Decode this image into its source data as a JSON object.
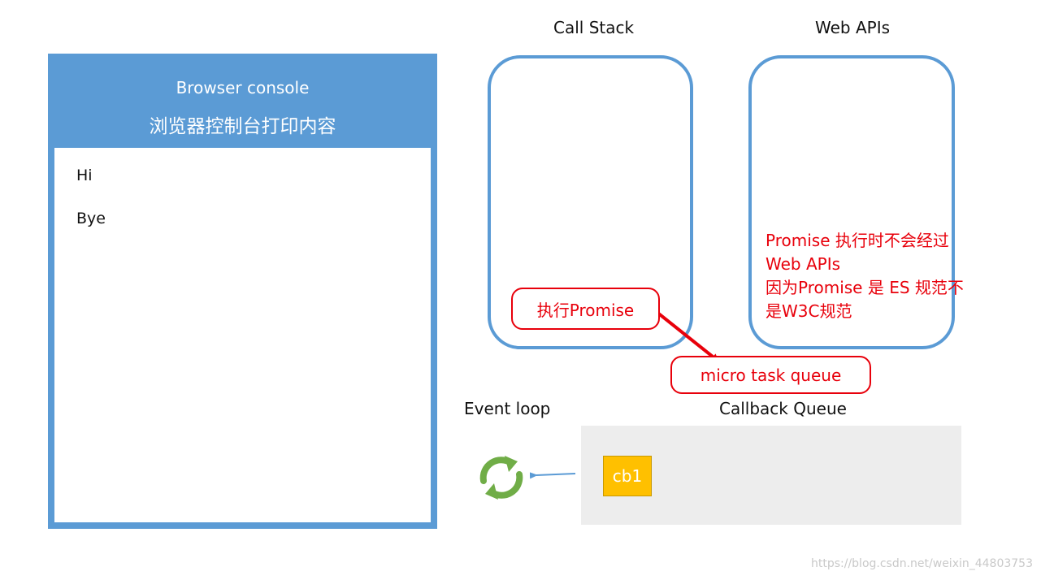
{
  "console": {
    "title": "Browser console",
    "subtitle": "浏览器控制台打印内容",
    "logs": [
      "Hi",
      "Bye"
    ]
  },
  "call_stack": {
    "title": "Call Stack",
    "item": "执行Promise"
  },
  "web_apis": {
    "title": "Web APIs",
    "note": [
      "Promise 执行时不会经过",
      "Web APIs",
      "因为Promise 是 ES 规范不",
      "是W3C规范"
    ]
  },
  "micro_task_queue": {
    "label": "micro task queue"
  },
  "event_loop": {
    "title": "Event loop"
  },
  "callback_queue": {
    "title": "Callback Queue",
    "items": [
      "cb1"
    ]
  },
  "watermark": "https://blog.csdn.net/weixin_44803753",
  "colors": {
    "panel_blue": "#5b9bd5",
    "annotation_red": "#e8000b",
    "loop_green": "#70ad47",
    "cb_yellow": "#ffc000",
    "queue_gray": "#ededed"
  }
}
